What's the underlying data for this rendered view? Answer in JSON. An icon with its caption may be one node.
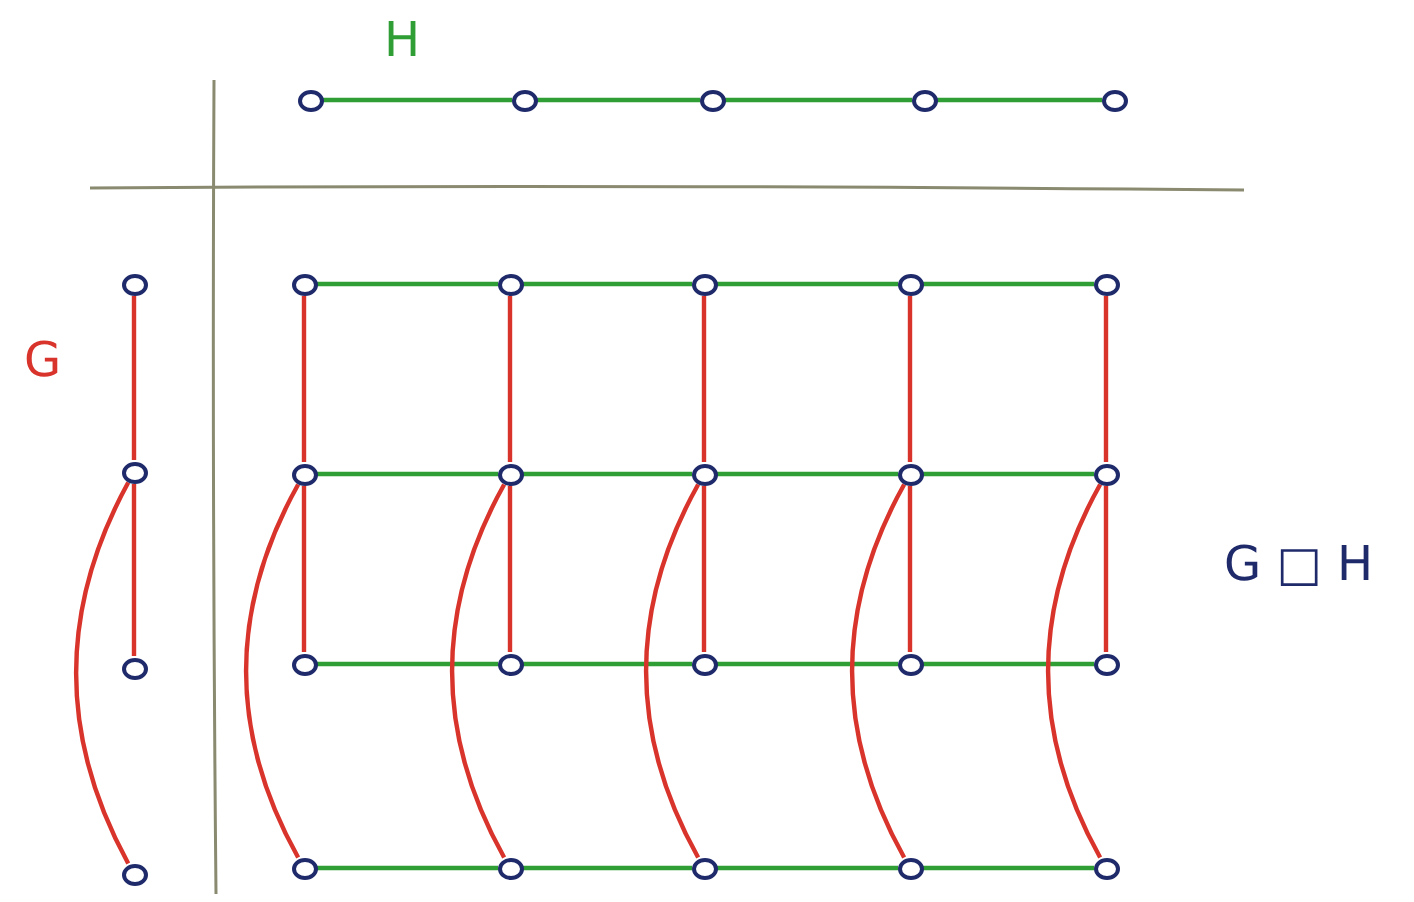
{
  "diagram": {
    "nodes": [
      {
        "text": [],
        "shape": "circle"
      },
      {
        "text": [],
        "shape": "circle"
      },
      {
        "text": [],
        "shape": "circle"
      },
      {
        "text": [],
        "shape": "circle"
      },
      {
        "text": [],
        "shape": "circle"
      },
      {
        "text": [],
        "shape": "circle"
      },
      {
        "text": [],
        "shape": "circle"
      },
      {
        "text": [],
        "shape": "circle"
      },
      {
        "text": [],
        "shape": "circle"
      },
      {
        "text": [],
        "shape": "circle"
      },
      {
        "text": [],
        "shape": "circle"
      },
      {
        "text": [],
        "shape": "circle"
      },
      {
        "text": [],
        "shape": "circle"
      },
      {
        "text": [],
        "shape": "circle"
      },
      {
        "text": [],
        "shape": "circle"
      },
      {
        "text": [],
        "shape": "circle"
      },
      {
        "text": [],
        "shape": "circle"
      },
      {
        "text": [],
        "shape": "circle"
      },
      {
        "text": [],
        "shape": "circle"
      },
      {
        "text": [],
        "shape": "circle"
      },
      {
        "text": [],
        "shape": "circle"
      },
      {
        "text": [],
        "shape": "circle"
      },
      {
        "text": [],
        "shape": "circle"
      },
      {
        "text": [],
        "shape": "circle"
      },
      {
        "text": [],
        "shape": "circle"
      },
      {
        "text": [],
        "shape": "circle"
      },
      {
        "text": [],
        "shape": "circle"
      },
      {
        "text": [],
        "shape": "circle"
      },
      {
        "text": [],
        "shape": "circle"
      }
    ],
    "edges": [
      {
        "from": 0,
        "to": 1,
        "arrow": "none"
      },
      {
        "from": 1,
        "to": 2,
        "arrow": "none"
      },
      {
        "from": 2,
        "to": 3,
        "arrow": "none"
      },
      {
        "from": 3,
        "to": 4,
        "arrow": "none"
      },
      {
        "from": 5,
        "to": 6,
        "arrow": "none",
        "color": "#d9342b"
      },
      {
        "from": 6,
        "to": 7,
        "arrow": "none",
        "color": "#d9342b"
      },
      {
        "from": 6,
        "to": 8,
        "arrow": "none",
        "color": "#d9342b"
      },
      {
        "from": 9,
        "to": 10,
        "arrow": "none"
      },
      {
        "from": 10,
        "to": 11,
        "arrow": "none"
      },
      {
        "from": 11,
        "to": 12,
        "arrow": "none"
      },
      {
        "from": 12,
        "to": 13,
        "arrow": "none"
      },
      {
        "from": 14,
        "to": 15,
        "arrow": "none"
      },
      {
        "from": 15,
        "to": 16,
        "arrow": "none"
      },
      {
        "from": 16,
        "to": 17,
        "arrow": "none"
      },
      {
        "from": 17,
        "to": 18,
        "arrow": "none"
      },
      {
        "from": 19,
        "to": 20,
        "arrow": "none"
      },
      {
        "from": 20,
        "to": 21,
        "arrow": "none"
      },
      {
        "from": 21,
        "to": 22,
        "arrow": "none"
      },
      {
        "from": 22,
        "to": 23,
        "arrow": "none"
      },
      {
        "from": 24,
        "to": 25,
        "arrow": "none"
      },
      {
        "from": 25,
        "to": 26,
        "arrow": "none"
      },
      {
        "from": 26,
        "to": 27,
        "arrow": "none"
      },
      {
        "from": 27,
        "to": 28,
        "arrow": "none"
      },
      {
        "from": 9,
        "to": 14,
        "arrow": "none",
        "color": "#d9342b"
      },
      {
        "from": 14,
        "to": 19,
        "arrow": "none",
        "color": "#d9342b"
      },
      {
        "from": 14,
        "to": 24,
        "arrow": "none",
        "color": "#d9342b"
      },
      {
        "from": 10,
        "to": 15,
        "arrow": "none",
        "color": "#d9342b"
      },
      {
        "from": 15,
        "to": 20,
        "arrow": "none",
        "color": "#d9342b"
      },
      {
        "from": 15,
        "to": 25,
        "arrow": "none",
        "color": "#d9342b"
      },
      {
        "from": 11,
        "to": 16,
        "arrow": "none",
        "color": "#d9342b"
      },
      {
        "from": 16,
        "to": 21,
        "arrow": "none",
        "color": "#d9342b"
      },
      {
        "from": 16,
        "to": 26,
        "arrow": "none",
        "color": "#d9342b"
      },
      {
        "from": 12,
        "to": 17,
        "arrow": "none",
        "color": "#d9342b"
      },
      {
        "from": 17,
        "to": 22,
        "arrow": "none",
        "color": "#d9342b"
      },
      {
        "from": 17,
        "to": 27,
        "arrow": "none",
        "color": "#d9342b"
      },
      {
        "from": 13,
        "to": 18,
        "arrow": "none",
        "color": "#d9342b"
      },
      {
        "from": 18,
        "to": 23,
        "arrow": "none",
        "color": "#d9342b"
      },
      {
        "from": 18,
        "to": 28,
        "arrow": "none",
        "color": "#d9342b"
      }
    ],
    "labels": [
      "H",
      "G",
      "G □ H"
    ]
  }
}
